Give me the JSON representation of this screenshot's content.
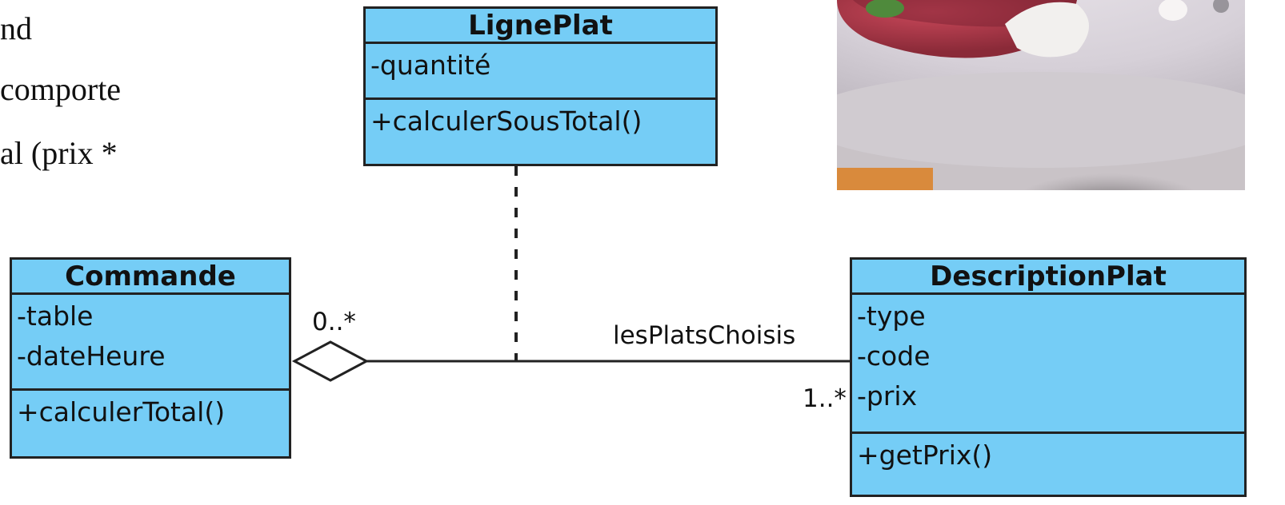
{
  "slide_text": {
    "lines": [
      "nd",
      "comporte",
      "al (prix *"
    ]
  },
  "classes": {
    "ligne_plat": {
      "name": "LignePlat",
      "attributes": [
        "-quantité"
      ],
      "operations": [
        "+calculerSousTotal()"
      ]
    },
    "commande": {
      "name": "Commande",
      "attributes": [
        "-table",
        "-dateHeure"
      ],
      "operations": [
        "+calculerTotal()"
      ]
    },
    "description_plat": {
      "name": "DescriptionPlat",
      "attributes": [
        "-type",
        "-code",
        "-prix"
      ],
      "operations": [
        "+getPrix()"
      ]
    }
  },
  "association": {
    "role_name": "lesPlatsChoisis",
    "multiplicity_source": "0..*",
    "multiplicity_target": "1..*"
  },
  "colors": {
    "class_fill": "#75cdf6",
    "class_border": "#222222",
    "text": "#111111"
  },
  "photo": {
    "icon": "food-photo"
  }
}
